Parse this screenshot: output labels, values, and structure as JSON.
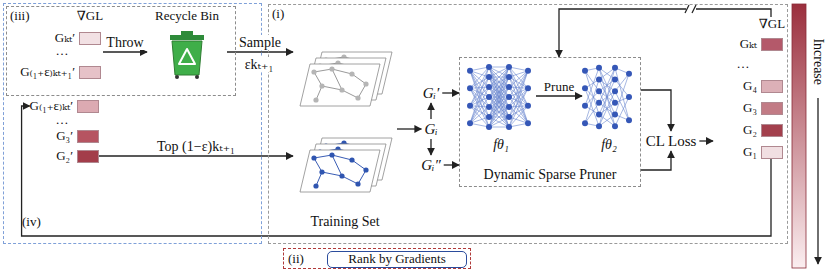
{
  "diagram": {
    "nodes": [
      {
        "text": [
          "(iii)"
        ]
      },
      {
        "text": [
          "∇GL"
        ],
        "in": 0
      },
      {
        "text": [
          "Gₖₜ′"
        ],
        "in": 1
      },
      {
        "text": [
          "G₍₁₊ε₎ₖₜ₊₁′"
        ],
        "in": 1
      },
      {
        "text": [
          "Recycle Bin"
        ],
        "in": 0
      },
      {
        "text": [
          "(iv)"
        ]
      },
      {
        "text": [
          "G₍₁₊ε₎ₖₜ′"
        ],
        "in": 5
      },
      {
        "text": [
          "G₃′"
        ],
        "in": 5
      },
      {
        "text": [
          "G₂′"
        ],
        "in": 5
      },
      {
        "text": [
          "(i)"
        ]
      },
      {
        "text": [
          "Training Set"
        ],
        "in": 9
      },
      {
        "text": [
          "Gᵢ"
        ],
        "in": 9
      },
      {
        "text": [
          "Gᵢ′"
        ],
        "in": 9
      },
      {
        "text": [
          "Gᵢ″"
        ],
        "in": 9
      },
      {
        "text": [
          "Dynamic Sparse Pruner"
        ],
        "in": 9
      },
      {
        "text": [
          "fθ₁"
        ],
        "in": 14
      },
      {
        "text": [
          "fθ₂"
        ],
        "in": 14
      },
      {
        "text": [
          "CL Loss"
        ],
        "in": 9
      },
      {
        "text": [
          "∇GL"
        ],
        "in": 9
      },
      {
        "text": [
          "Gₖₜ"
        ],
        "in": 18
      },
      {
        "text": [
          "G₄"
        ],
        "in": 18
      },
      {
        "text": [
          "G₃"
        ],
        "in": 18
      },
      {
        "text": [
          "G₂"
        ],
        "in": 18
      },
      {
        "text": [
          "G₁"
        ],
        "in": 18
      },
      {
        "text": [
          "(ii)"
        ]
      },
      {
        "text": [
          "Rank by Gradients"
        ],
        "in": 24
      }
    ],
    "edges": [
      {
        "from": 1,
        "to": 4,
        "label": "Throw",
        "arrow": "to"
      },
      {
        "from": 4,
        "to": 10,
        "label": "Sample",
        "arrow": "to"
      },
      {
        "from": 8,
        "to": 10,
        "label": "Top (1−ε)kₜ₊₁",
        "arrow": "to"
      },
      {
        "from": 10,
        "to": 11,
        "arrow": "to"
      },
      {
        "from": 11,
        "to": 12,
        "arrow": "to"
      },
      {
        "from": 11,
        "to": 13,
        "arrow": "to"
      },
      {
        "from": 12,
        "to": 14,
        "arrow": "to"
      },
      {
        "from": 13,
        "to": 14,
        "arrow": "to"
      },
      {
        "from": 15,
        "to": 16,
        "label": "Prune",
        "arrow": "to"
      },
      {
        "from": 14,
        "to": 17,
        "arrow": "to"
      },
      {
        "from": 14,
        "to": 17,
        "arrow": "to"
      },
      {
        "from": 17,
        "to": 18,
        "arrow": "to"
      },
      {
        "from": 18,
        "to": 14,
        "arrow": "to"
      },
      {
        "from": 18,
        "to": 6,
        "arrow": "to"
      }
    ],
    "labels": [
      "…",
      "εkₜ₊₁",
      "…",
      "…",
      "Increase"
    ]
  }
}
